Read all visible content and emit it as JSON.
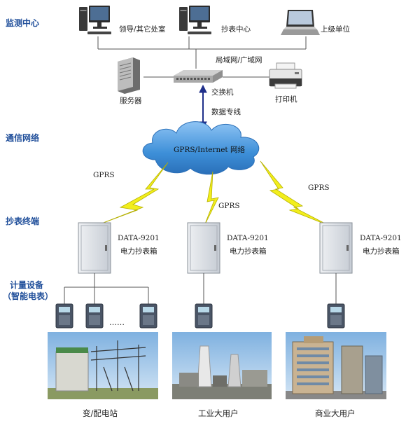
{
  "sections": {
    "monitoring_center": "监测中心",
    "communication_network": "通信网络",
    "meter_reading_terminal": "抄表终端",
    "metering_device_line1": "计量设备",
    "metering_device_line2": "（智能电表）"
  },
  "monitoring": {
    "pc1_label": "领导/其它处室",
    "pc2_label": "抄表中心",
    "laptop_label": "上级单位",
    "lan_label": "局域网/广域网",
    "server_label": "服务器",
    "switch_label": "交换机",
    "printer_label": "打印机",
    "dedicated_line_label": "数据专线"
  },
  "network": {
    "cloud_label": "GPRS/Internet 网络",
    "link_left": "GPRS",
    "link_center": "GPRS",
    "link_right": "GPRS"
  },
  "terminals": [
    {
      "model": "DATA-9201",
      "name": "电力抄表箱"
    },
    {
      "model": "DATA-9201",
      "name": "电力抄表箱"
    },
    {
      "model": "DATA-9201",
      "name": "电力抄表箱"
    }
  ],
  "meters": {
    "ellipsis": "……"
  },
  "users": [
    {
      "label": "变/配电站"
    },
    {
      "label": "工业大用户"
    },
    {
      "label": "商业大用户"
    }
  ],
  "colors": {
    "section_label": "#1f4e9a",
    "lightning": "#f2ee1c",
    "arrow": "#1f2f8a",
    "cloud": "#3d8fd8",
    "box": "#d9dde3"
  }
}
